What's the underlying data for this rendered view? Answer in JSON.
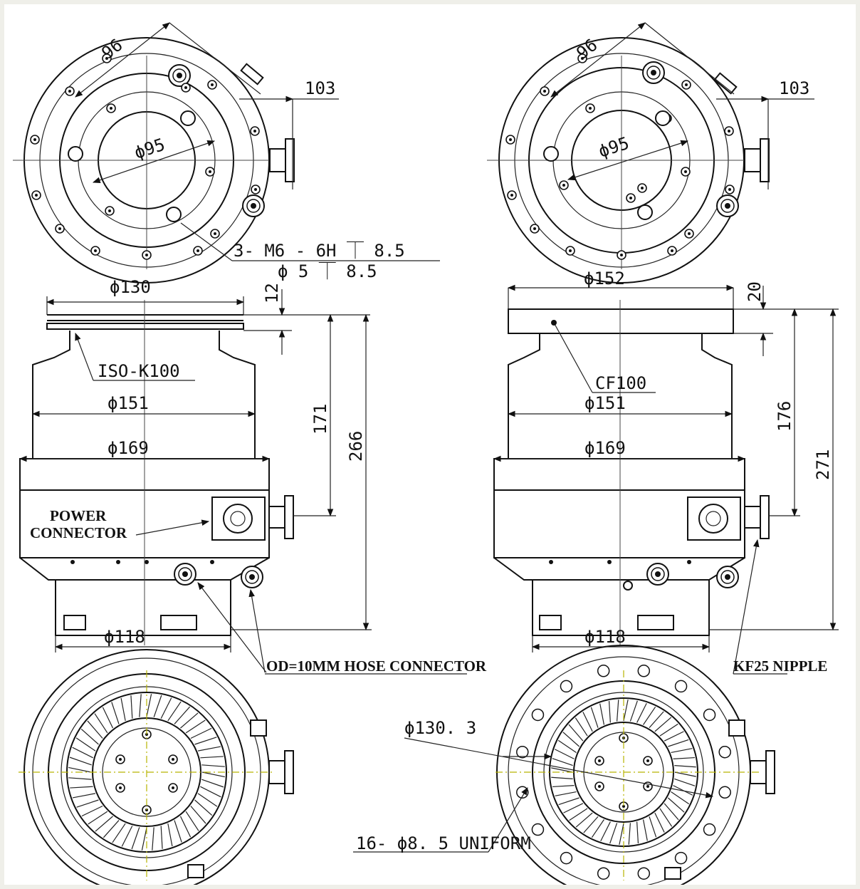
{
  "top_left_view": {
    "dim_96": "96",
    "dim_103": "103",
    "dim_phi95": "ϕ95",
    "thread_callout_line1": "3- M6 - 6H ⏉ 8.5",
    "thread_callout_line2": "ϕ 5 ⏉ 8.5"
  },
  "top_right_view": {
    "dim_96": "96",
    "dim_103": "103",
    "dim_phi95": "ϕ95"
  },
  "side_left_view": {
    "dim_phi130": "ϕ130",
    "dim_12": "12",
    "flange_label": "ISO-K100",
    "dim_phi151": "ϕ151",
    "dim_phi169": "ϕ169",
    "dim_171": "171",
    "dim_266": "266",
    "dim_phi118": "ϕ118",
    "power_connector_line1": "POWER",
    "power_connector_line2": "CONNECTOR"
  },
  "side_right_view": {
    "dim_phi152": "ϕ152",
    "dim_20": "20",
    "flange_label": "CF100",
    "dim_phi151": "ϕ151",
    "dim_phi169": "ϕ169",
    "dim_176": "176",
    "dim_271": "271",
    "dim_phi118": "ϕ118"
  },
  "callouts": {
    "hose_connector": "OD=10MM HOSE CONNECTOR",
    "kf25_nipple": "KF25 NIPPLE"
  },
  "bottom_right_view": {
    "dim_phi130_3": "ϕ130. 3",
    "holes": "16- ϕ8. 5 UNIFORM"
  },
  "colors": {
    "line": "#111111",
    "centerline_yellow": "#b8b400",
    "frame": "#efefe9",
    "paper": "#ffffff"
  }
}
